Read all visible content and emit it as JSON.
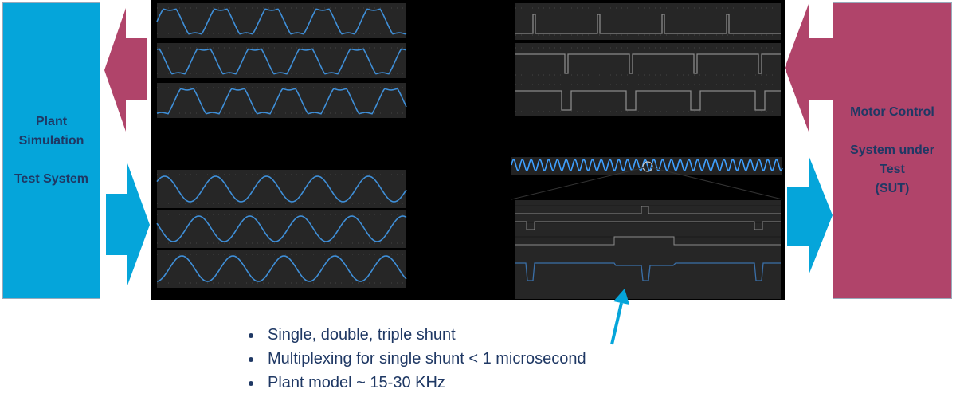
{
  "left_block": {
    "line1": "Plant",
    "line2": "Simulation",
    "line3": "Test System"
  },
  "right_block": {
    "line1": "Motor Control",
    "line2": "System under",
    "line3": "Test",
    "line4": "(SUT)"
  },
  "bullets": [
    "Single, double, triple shunt",
    "Multiplexing for single shunt < 1 microsecond",
    "Plant model ~ 15-30 KHz"
  ],
  "colors": {
    "blue": "#05a5da",
    "magenta": "#b0446a",
    "navy": "#1f3864",
    "trace": "#3f8fd8",
    "digital": "#8a8a8a"
  }
}
